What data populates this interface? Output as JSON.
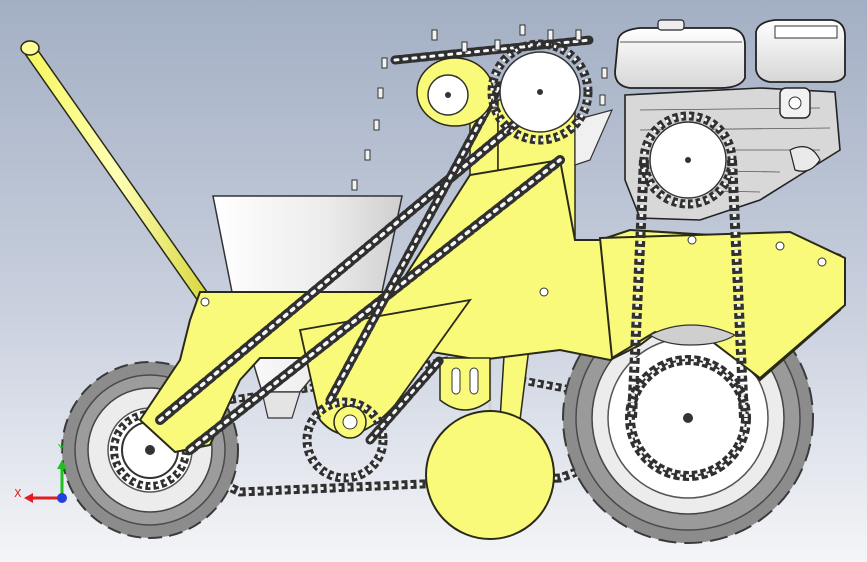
{
  "viewport": {
    "background_top": "#a3afc4",
    "background_bottom": "#f4f5f8"
  },
  "colors": {
    "frame_yellow": "#fafa7a",
    "frame_edge": "#2a2a18",
    "tire_gray": "#8c8c8c",
    "hub_white": "#ffffff",
    "chain": "#303030",
    "hopper_white": "#f3f3f3",
    "bracket_blue": "#8fd6e6",
    "axis_x": "#e02020",
    "axis_y": "#20c020",
    "axis_z": "#2040e0"
  },
  "triad": {
    "x_label": "X",
    "y_label": "Y"
  },
  "parts": {
    "handle": "handle-bar",
    "engine": "gasoline-engine",
    "hopper": "seed-hopper",
    "frame": "main-frame",
    "front_wheel": "drive-wheel-left",
    "rear_wheel": "drive-wheel-right",
    "press_wheel": "press-wheel",
    "conveyor": "seed-conveyor-chain"
  }
}
